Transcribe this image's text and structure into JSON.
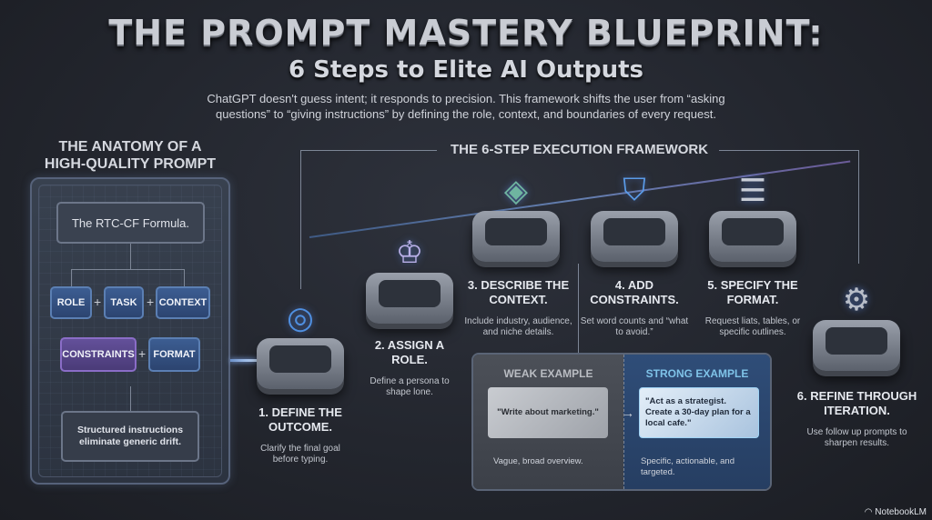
{
  "header": {
    "title": "THE PROMPT MASTERY BLUEPRINT:",
    "subtitle": "6 Steps to Elite AI Outputs",
    "description": "ChatGPT doesn't guess intent; it responds to precision. This framework shifts the user from “asking questions” to “giving instructions” by defining the role, context, and boundaries of every request."
  },
  "anatomy": {
    "heading_line1": "THE ANATOMY OF A",
    "heading_line2": "HIGH-QUALITY PROMPT",
    "formula": "The RTC-CF Formula.",
    "components": [
      "ROLE",
      "TASK",
      "CONTEXT",
      "CONSTRAINTS",
      "FORMAT"
    ],
    "plus": "+",
    "result": "Structured instructions eliminate generic drift."
  },
  "framework": {
    "title": "THE 6-STEP EXECUTION FRAMEWORK",
    "steps": [
      {
        "label": "1. DEFINE THE OUTCOME.",
        "desc": "Clarify the final goal before typing.",
        "icon": "target-check-icon"
      },
      {
        "label": "2. ASSIGN A ROLE.",
        "desc": "Define a persona to shape lone.",
        "icon": "crowned-persona-icon"
      },
      {
        "label": "3. DESCRIBE THE CONTEXT.",
        "desc": "Include industry, audience, and niche details.",
        "icon": "map-layers-icon"
      },
      {
        "label": "4. ADD CONSTRAINTS.",
        "desc": "Set word counts and “what to avoid.”",
        "icon": "shield-icon"
      },
      {
        "label": "5. SPECIFY THE FORMAT.",
        "desc": "Request liats, tables, or specific outlines.",
        "icon": "checklist-document-icon"
      },
      {
        "label": "6. REFINE THROUGH ITERATION.",
        "desc": "Use follow up prompts to sharpen results.",
        "icon": "gear-cycle-icon"
      }
    ]
  },
  "examples": {
    "weak_title": "WEAK EXAMPLE",
    "weak_quote": "\"Write about marketing.\"",
    "weak_desc": "Vague, broad overview.",
    "strong_title": "STRONG EXAMPLE",
    "strong_quote": "\"Act as a strategist. Create a 30-day plan for a local cafe.\"",
    "strong_desc": "Specific, actionable, and targeted.",
    "arrow": "→"
  },
  "brand": "NotebookLM",
  "colors": {
    "background": "#23262e",
    "weak_title": "#b9bcc2",
    "strong_title": "#7fc3e8",
    "accent_blue": "#3c5d92",
    "accent_purple": "#63509a"
  }
}
